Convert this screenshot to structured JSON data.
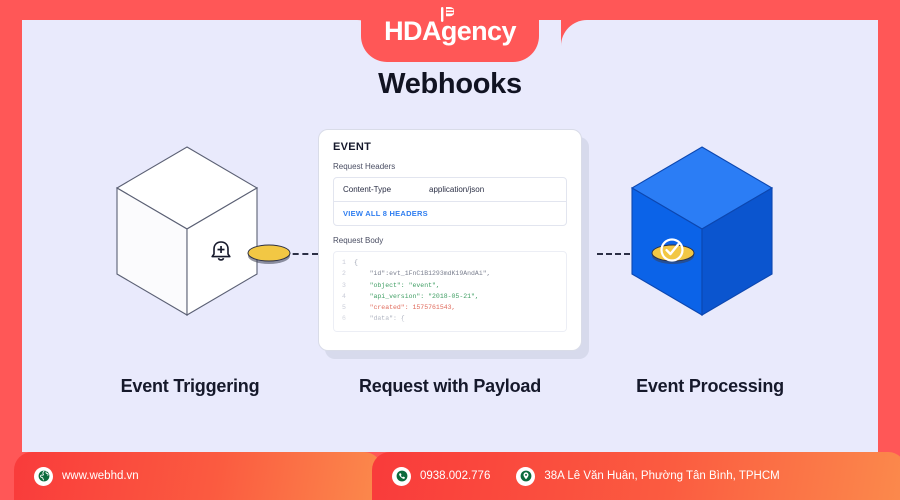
{
  "brand": {
    "logo_primary": "HD",
    "logo_secondary": "Agency",
    "logo_mark_icon": "hd-mark-icon",
    "brand_color": "#ff5757"
  },
  "page": {
    "title": "Webhooks",
    "background_color": "#e9eafc"
  },
  "diagram": {
    "steps": [
      {
        "caption": "Event Triggering",
        "icon": "bell-plus-icon",
        "cube_color": "#ffffff"
      },
      {
        "caption": "Request with Payload",
        "icon": "event-card-icon",
        "cube_color": "#ffffff"
      },
      {
        "caption": "Event Processing",
        "icon": "check-circle-icon",
        "cube_color": "#1565e8"
      }
    ],
    "connector_style": "dashed",
    "connector_color": "#2b2f45",
    "disc_color": "#f2c744"
  },
  "event_card": {
    "title": "EVENT",
    "headers_label": "Request Headers",
    "headers": [
      {
        "key": "Content-Type",
        "value": "application/json"
      }
    ],
    "view_all_label": "VIEW ALL 8 HEADERS",
    "view_all_color": "#2f7ef0",
    "body_label": "Request Body",
    "code_lines": [
      {
        "n": "1",
        "text": "{",
        "kind": "punct"
      },
      {
        "n": "2",
        "text": "    \"id\":evt_1FnC1B1293mdK19AndAi\",",
        "kind": "key"
      },
      {
        "n": "3",
        "text": "    \"object\": \"event\",",
        "kind": "key"
      },
      {
        "n": "4",
        "text": "    \"api_version\": \"2018-05-21\",",
        "kind": "key"
      },
      {
        "n": "5",
        "text": "    \"created\": 1575761543,",
        "kind": "key"
      },
      {
        "n": "6",
        "text": "    \"data\": {",
        "kind": "faded"
      }
    ]
  },
  "footer": {
    "website": "www.webhd.vn",
    "website_icon": "globe-icon",
    "phone": "0938.002.776",
    "phone_icon": "phone-icon",
    "address": "38A Lê Văn Huân, Phường Tân Bình, TPHCM",
    "address_icon": "map-pin-icon"
  }
}
